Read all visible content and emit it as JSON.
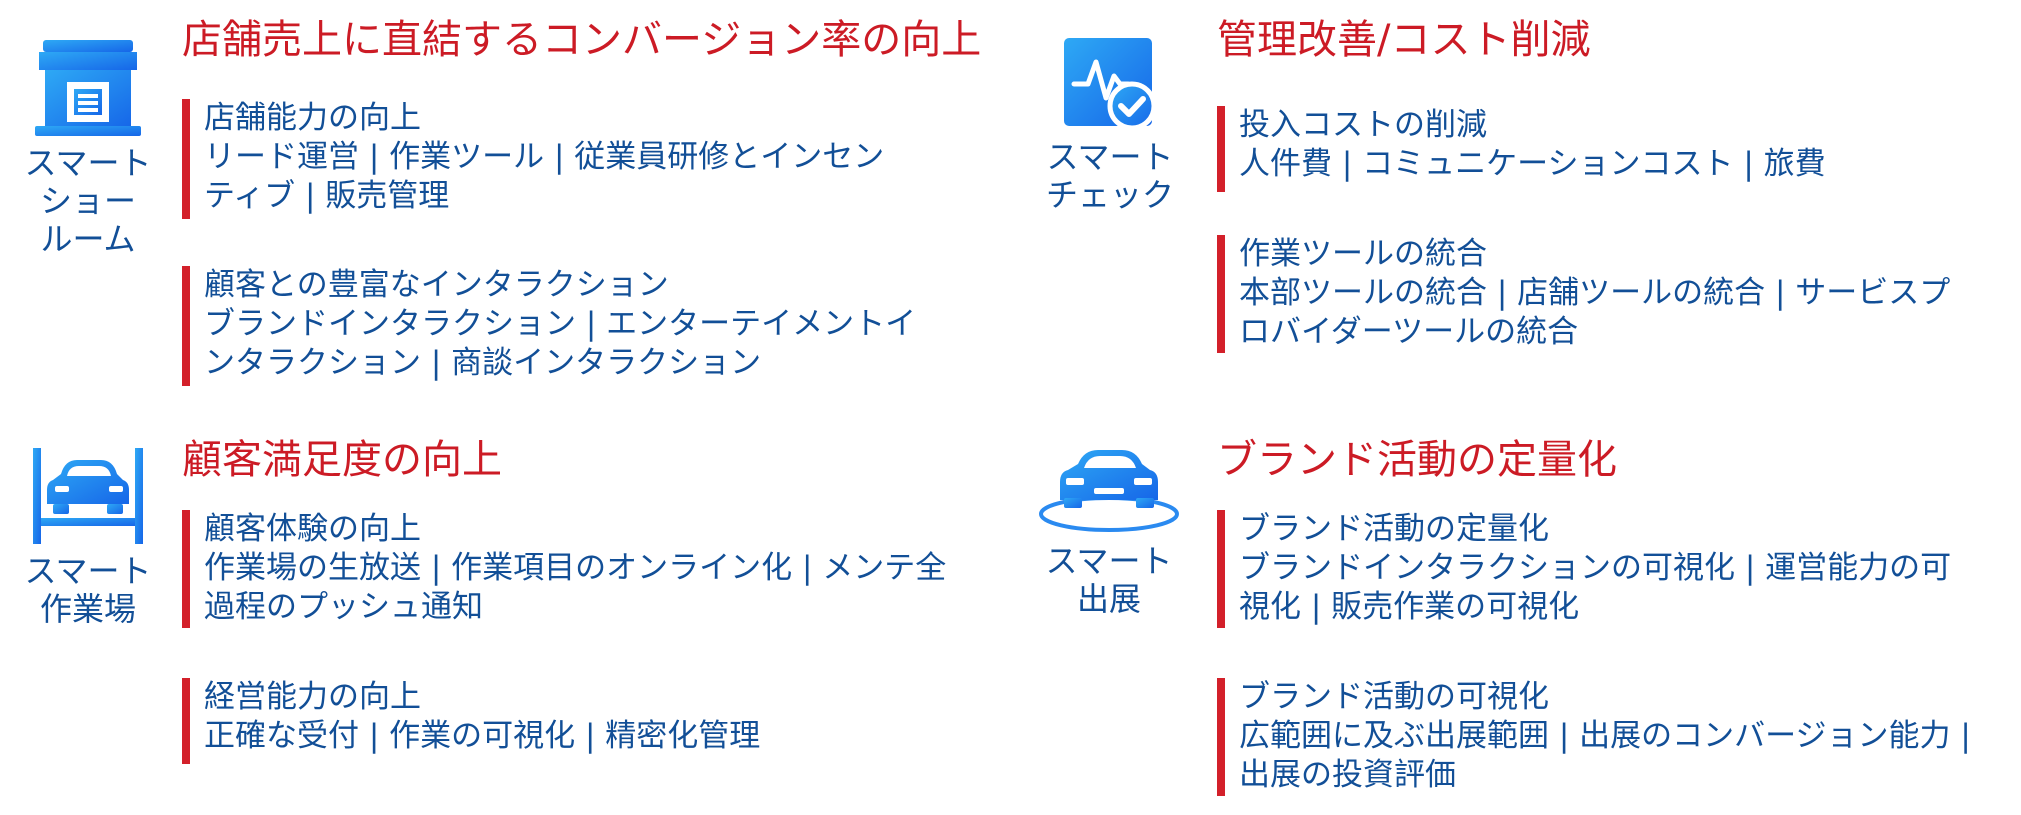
{
  "colors": {
    "title_red": "#cc1b25",
    "bar_red": "#d3202a",
    "text_blue": "#124f97",
    "icon_blue_light": "#2ea9f5",
    "icon_blue_dark": "#1666e8"
  },
  "quadrants": [
    {
      "id": "showroom",
      "icon": "storefront-icon",
      "icon_label": "スマート\nショー\nルーム",
      "title": "店舗売上に直結するコンバージョン率の向上",
      "blocks": [
        {
          "lines": [
            "店舗能力の向上",
            "リード運営 | 作業ツール | 従業員研修とインセン",
            "ティブ | 販売管理"
          ]
        },
        {
          "lines": [
            "顧客との豊富なインタラクション",
            "ブランドインタラクション | エンターテイメントイ",
            "ンタラクション | 商談インタラクション"
          ]
        }
      ]
    },
    {
      "id": "check",
      "icon": "pulse-check-icon",
      "icon_label": "スマート\nチェック",
      "title": "管理改善/コスト削減",
      "blocks": [
        {
          "lines": [
            "投入コストの削減",
            "人件費 | コミュニケーションコスト | 旅費"
          ]
        },
        {
          "lines": [
            "作業ツールの統合",
            "本部ツールの統合 | 店舗ツールの統合 | サービスプ",
            "ロバイダーツールの統合"
          ]
        }
      ]
    },
    {
      "id": "workshop",
      "icon": "car-lift-icon",
      "icon_label": "スマート\n作業場",
      "title": "顧客満足度の向上",
      "blocks": [
        {
          "lines": [
            "顧客体験の向上",
            "作業場の生放送 | 作業項目のオンライン化 | メンテ全",
            "過程のプッシュ通知"
          ]
        },
        {
          "lines": [
            "経営能力の向上",
            "正確な受付 | 作業の可視化 | 精密化管理"
          ]
        }
      ]
    },
    {
      "id": "exhibition",
      "icon": "car-display-icon",
      "icon_label": "スマート\n出展",
      "title": "ブランド活動の定量化",
      "blocks": [
        {
          "lines": [
            "ブランド活動の定量化",
            "ブランドインタラクションの可視化 | 運営能力の可",
            "視化 | 販売作業の可視化"
          ]
        },
        {
          "lines": [
            "ブランド活動の可視化",
            "広範囲に及ぶ出展範囲 | 出展のコンバージョン能力 |",
            "出展の投資評価"
          ]
        }
      ]
    }
  ]
}
